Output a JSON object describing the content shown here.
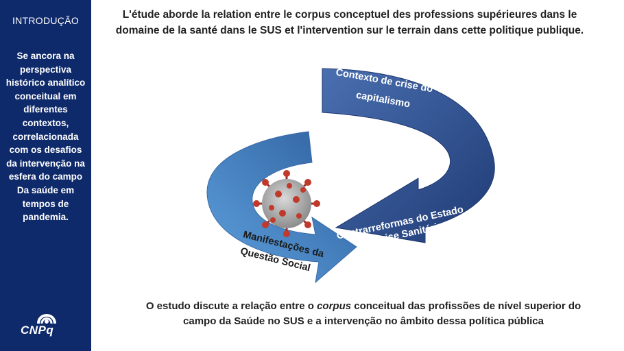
{
  "sidebar": {
    "title": "INTRODUÇÃO",
    "text": "Se ancora na perspectiva histórico analítico conceitual em diferentes contextos, correlacionada com os desafios da intervenção na esfera do campo Da saúde em tempos de pandemia.",
    "logo_text": "CNPq"
  },
  "heading": "L'étude aborde la relation entre le corpus conceptuel des professions supérieures dans le domaine de la santé dans le SUS et l'intervention sur le terrain dans cette politique publique.",
  "diagram": {
    "arrow_top_line1": "Contexto de crise do",
    "arrow_top_line2": "capitalismo",
    "arrow_right_line1": "Contrarreformas do Estado",
    "arrow_right_line2": "&  Crise Sanitária",
    "arrow_left_line1": "Manifestações da",
    "arrow_left_line2": "Questão Social",
    "virus_icon": "coronavirus-icon"
  },
  "bottom": {
    "prefix": "O estudo discute a relação entre o ",
    "emphasis": "corpus",
    "middle": " conceitual das profissões de nível superior do",
    "line2": "campo da Saúde no SUS e a intervenção no âmbito dessa política pública"
  },
  "colors": {
    "sidebar_bg": "#0f2a6b",
    "arrow_dark": "#2a4a86",
    "arrow_light": "#5b9bd5"
  }
}
